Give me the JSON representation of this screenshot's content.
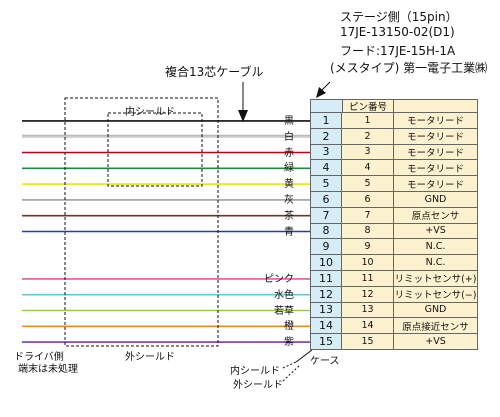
{
  "cable_label": "複合13芯ケーブル",
  "header": {
    "line1": "ステージ側（15pin）",
    "line2": "17JE-13150-02(D1)",
    "line3": "フード:17JE-15H-1A",
    "line4": "(メスタイプ) 第一電子工業㈱"
  },
  "table_header": "ピン番号",
  "inner_shield_label": "内シールド",
  "outer_shield_label": "外シールド",
  "driver_side": "ドライバ側",
  "driver_end": "端末は未処理",
  "bottom": {
    "inner_shield": "内シールド",
    "outer_shield": "外シールド",
    "case": "ケース"
  },
  "colors": {
    "pin_cell_bg": "#d6ecf7",
    "signal_cell_bg": "#fdf2cf",
    "table_border": "#666666"
  },
  "rows": [
    {
      "color": "黒",
      "wire": "#111111",
      "left": "1",
      "pin": "1",
      "signal": "モータリード"
    },
    {
      "color": "白",
      "wire": "#cccccc",
      "left": "2",
      "pin": "2",
      "signal": "モータリード"
    },
    {
      "color": "赤",
      "wire": "#c00018",
      "left": "3",
      "pin": "3",
      "signal": "モータリード"
    },
    {
      "color": "緑",
      "wire": "#1e8a3e",
      "left": "4",
      "pin": "4",
      "signal": "モータリード"
    },
    {
      "color": "黄",
      "wire": "#e8e600",
      "left": "5",
      "pin": "5",
      "signal": "モータリード"
    },
    {
      "color": "灰",
      "wire": "#9aa0a6",
      "left": "6",
      "pin": "6",
      "signal": "GND"
    },
    {
      "color": "茶",
      "wire": "#6b3a1e",
      "left": "7",
      "pin": "7",
      "signal": "原点センサ"
    },
    {
      "color": "青",
      "wire": "#1a3fb5",
      "left": "8",
      "pin": "8",
      "signal": "+VS"
    },
    {
      "color": "",
      "wire": "",
      "left": "9",
      "pin": "9",
      "signal": "N.C."
    },
    {
      "color": "",
      "wire": "",
      "left": "10",
      "pin": "10",
      "signal": "N.C."
    },
    {
      "color": "ピンク",
      "wire": "#e8579e",
      "left": "11",
      "pin": "11",
      "signal": "リミットセンサ(+)"
    },
    {
      "color": "水色",
      "wire": "#5fc6e6",
      "left": "12",
      "pin": "12",
      "signal": "リミットセンサ(−)"
    },
    {
      "color": "若草",
      "wire": "#8fd14a",
      "left": "13",
      "pin": "13",
      "signal": "GND"
    },
    {
      "color": "橙",
      "wire": "#f08a1e",
      "left": "14",
      "pin": "14",
      "signal": "原点接近センサ"
    },
    {
      "color": "紫",
      "wire": "#7a3aa8",
      "left": "15",
      "pin": "15",
      "signal": "+VS"
    }
  ]
}
